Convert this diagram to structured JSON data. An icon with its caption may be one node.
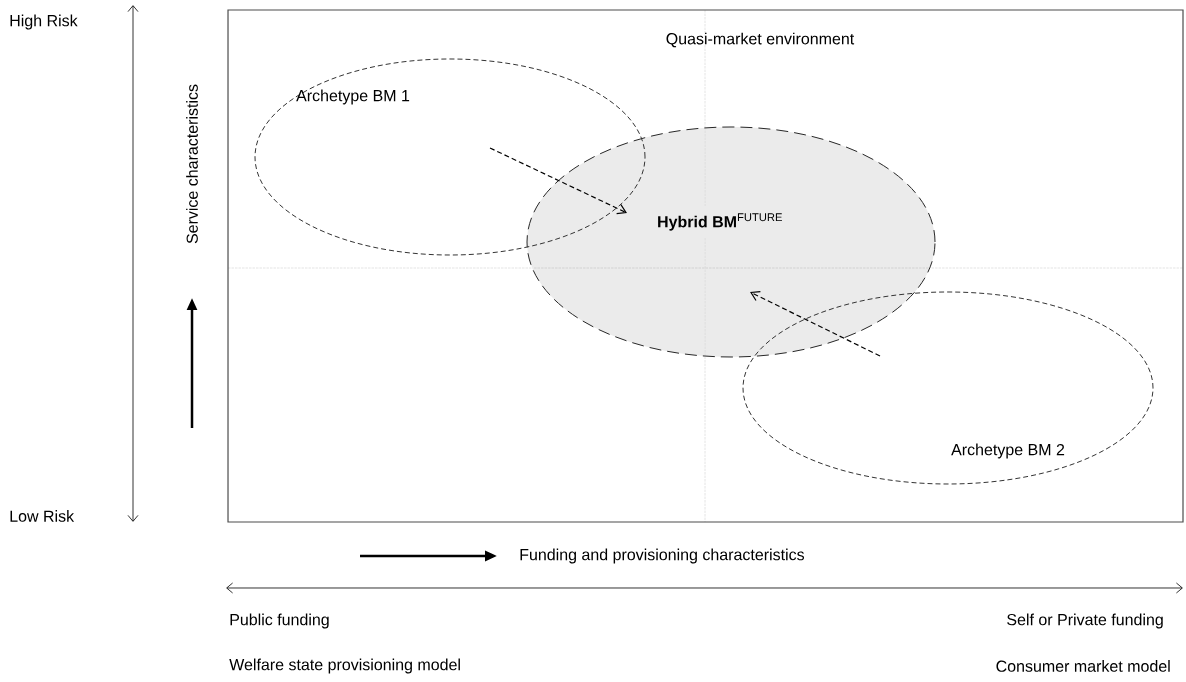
{
  "diagram": {
    "nodes": [
      {
        "text": [
          "Quasi-market environment"
        ]
      },
      {
        "text": [
          "Archetype BM 1"
        ],
        "in": 0
      },
      {
        "text": [
          "**Hybrid BM**$^{FUTURE}$"
        ],
        "in": 0
      },
      {
        "text": [
          "Archetype BM 2"
        ],
        "in": 0
      }
    ],
    "edges": [
      {
        "from": 1,
        "to": 2,
        "arrow": "to",
        "style": "dashed"
      },
      {
        "from": 3,
        "to": 2,
        "arrow": "to",
        "style": "dashed"
      }
    ],
    "labels": [
      "High Risk",
      "Service characteristics",
      "Low Risk",
      "Funding and provisioning characteristics",
      "Public funding",
      "Self or Private funding",
      "Welfare state provisioning model",
      "Consumer market model"
    ]
  }
}
